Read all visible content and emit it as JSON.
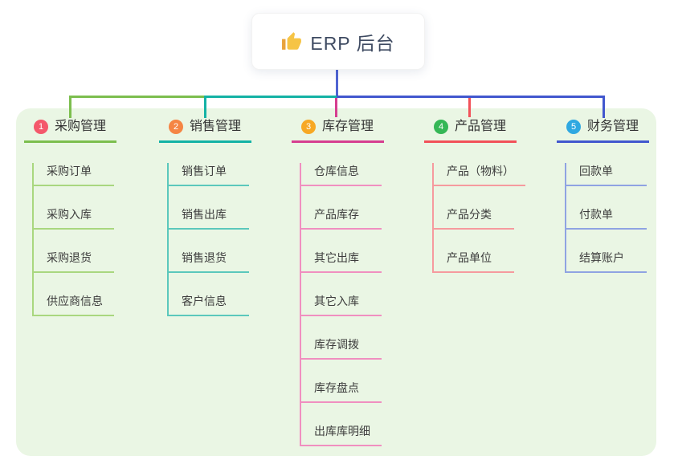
{
  "root": {
    "title": "ERP 后台",
    "icon": "thumbs-up-icon",
    "icon_color": "#F6C445",
    "stem_color": "#5064D2"
  },
  "branches": [
    {
      "index": "1",
      "title": "采购管理",
      "color": "#7CBE4E",
      "light": "#A9D77F",
      "badge": "#F4586B",
      "items": [
        "采购订单",
        "采购入库",
        "采购退货",
        "供应商信息"
      ]
    },
    {
      "index": "2",
      "title": "销售管理",
      "color": "#14B2A5",
      "light": "#5BC8BC",
      "badge": "#F58544",
      "items": [
        "销售订单",
        "销售出库",
        "销售退货",
        "客户信息"
      ]
    },
    {
      "index": "3",
      "title": "库存管理",
      "color": "#D63E90",
      "light": "#F08FC0",
      "badge": "#F7A823",
      "items": [
        "仓库信息",
        "产品库存",
        "其它出库",
        "其它入库",
        "库存调拨",
        "库存盘点",
        "出库库明细"
      ]
    },
    {
      "index": "4",
      "title": "产品管理",
      "color": "#F25159",
      "light": "#F69A9E",
      "badge": "#35B756",
      "items": [
        "产品（物料）",
        "产品分类",
        "产品单位"
      ]
    },
    {
      "index": "5",
      "title": "财务管理",
      "color": "#4157CE",
      "light": "#8FA3E2",
      "badge": "#2FA8E1",
      "items": [
        "回款单",
        "付款单",
        "结算账户"
      ]
    }
  ],
  "background_color": "#EAF6E4"
}
